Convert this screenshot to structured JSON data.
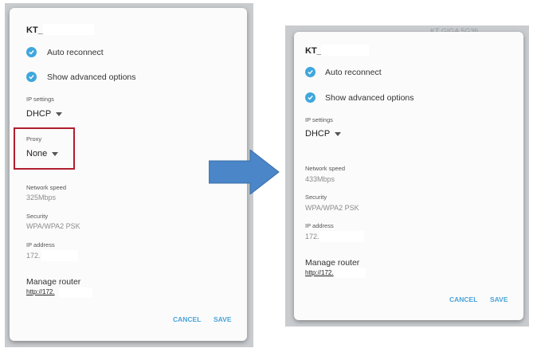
{
  "left": {
    "title": "KT_",
    "auto_reconnect": "Auto reconnect",
    "show_advanced": "Show advanced options",
    "ip_settings_label": "IP settings",
    "ip_settings_value": "DHCP",
    "proxy_label": "Proxy",
    "proxy_value": "None",
    "network_speed_label": "Network speed",
    "network_speed_value": "325Mbps",
    "security_label": "Security",
    "security_value": "WPA/WPA2 PSK",
    "ip_address_label": "IP address",
    "ip_address_value": "172.",
    "manage_router_label": "Manage router",
    "manage_router_link": "http://172.",
    "cancel": "CANCEL",
    "save": "SAVE"
  },
  "right": {
    "title": "KT_",
    "auto_reconnect": "Auto reconnect",
    "show_advanced": "Show advanced options",
    "ip_settings_label": "IP settings",
    "ip_settings_value": "DHCP",
    "network_speed_label": "Network speed",
    "network_speed_value": "433Mbps",
    "security_label": "Security",
    "security_value": "WPA/WPA2 PSK",
    "ip_address_label": "IP address",
    "ip_address_value": "172.",
    "manage_router_label": "Manage router",
    "manage_router_link": "http://172.",
    "cancel": "CANCEL",
    "save": "SAVE",
    "bg_header": "KT GIGA 5G36"
  },
  "colors": {
    "accent": "#3fa7dd",
    "highlight": "#b01e2e",
    "arrow": "#4a86c8"
  }
}
